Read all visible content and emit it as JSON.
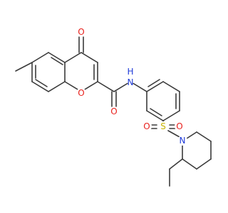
{
  "molecule": {
    "atoms": {
      "o_keto": {
        "text": "O",
        "color": "#e8201c"
      },
      "o_ring": {
        "text": "O",
        "color": "#e8201c"
      },
      "o_amide": {
        "text": "O",
        "color": "#e8201c"
      },
      "nh": {
        "text": "N",
        "h_text": "H",
        "color": "#1f3bd8"
      },
      "s": {
        "text": "S",
        "color": "#c8b400"
      },
      "o_s_left": {
        "text": "O",
        "color": "#e8201c"
      },
      "o_s_right": {
        "text": "O",
        "color": "#e8201c"
      },
      "n_pip": {
        "text": "N",
        "color": "#1f3bd8"
      }
    },
    "bond_color": "#3a3a3a"
  }
}
